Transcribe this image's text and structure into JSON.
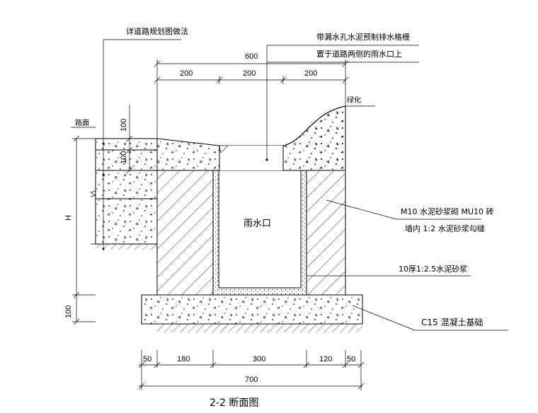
{
  "annotations": {
    "road_plan_ref": "详道路规划图做法",
    "grate_line1": "带漏水孔水泥预制排水格栅",
    "grate_line2": "置于道路两侧的雨水口上",
    "greening": "绿化",
    "pavement": "路面",
    "inlet": "雨水口",
    "wall_line1": "M10  水泥砂浆砌  MU10  砖",
    "wall_line2": "墙内 1:2   水泥砂浆勾缝",
    "plaster": "10厚1:2.5水泥砂浆",
    "foundation": "C15   混凝土基础",
    "title": "2-2  断面图"
  },
  "dimensions": {
    "top_total": "600",
    "top_a": "200",
    "top_b": "200",
    "top_c": "200",
    "left_100a": "100",
    "left_100b": "100",
    "left_H": "H",
    "left_100c": "100",
    "bot_50a": "50",
    "bot_180": "180",
    "bot_300": "300",
    "bot_120": "120",
    "bot_50b": "50",
    "bot_total": "700"
  }
}
